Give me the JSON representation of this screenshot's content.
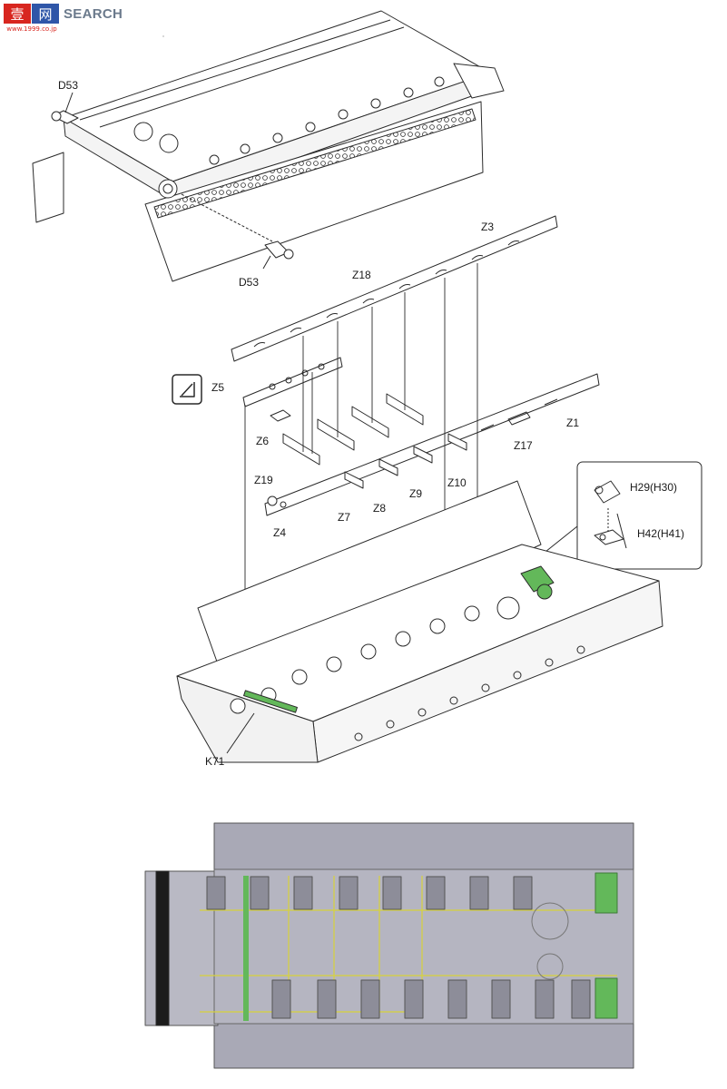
{
  "watermark": {
    "cjk_chars": "壹网",
    "search_label": "SEARCH",
    "url": "www.1999.co.jp"
  },
  "colors": {
    "line": "#2a2a2a",
    "highlight": "#63b85a",
    "plan_fill": "#a9a9b6",
    "plan_line": "#d7d23a"
  },
  "parts": {
    "d53_top": "D53",
    "d53_bottom": "D53",
    "z3": "Z3",
    "z18": "Z18",
    "z5": "Z5",
    "z6": "Z6",
    "z1": "Z1",
    "z17": "Z17",
    "z10": "Z10",
    "z9": "Z9",
    "z8": "Z8",
    "z7": "Z7",
    "z19": "Z19",
    "z4": "Z4",
    "h29": "H29(H30)",
    "h42": "H42(H41)",
    "k71": "K71"
  },
  "icons": {
    "sand_glue": "glue-icon"
  }
}
